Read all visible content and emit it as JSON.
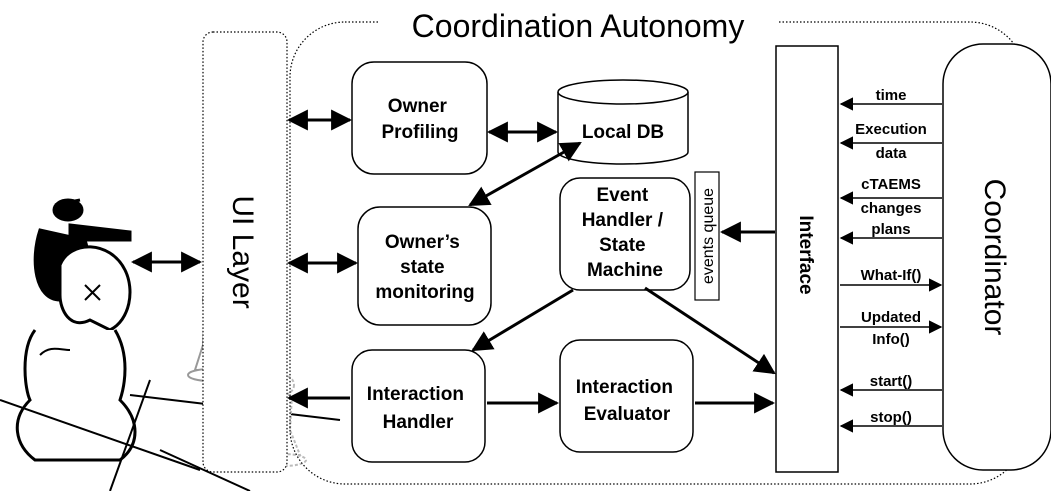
{
  "title": "Coordination Autonomy",
  "ui_layer": "UI Layer",
  "interface": "Interface",
  "coordinator": "Coordinator",
  "boxes": {
    "owner_profiling": [
      "Owner",
      "Profiling"
    ],
    "local_db": "Local DB",
    "owners_state": [
      "Owner’s",
      "state",
      "monitoring"
    ],
    "event_handler": [
      "Event",
      "Handler /",
      "State",
      "Machine"
    ],
    "interaction_handler": [
      "Interaction",
      "Handler"
    ],
    "interaction_evaluator": [
      "Interaction",
      "Evaluator"
    ]
  },
  "events_queue": "events queue",
  "messages": {
    "time": "time",
    "execution_1": "Execution",
    "execution_2": "data",
    "ctaems_1": "cTAEMS",
    "ctaems_2": "changes",
    "plans": "plans",
    "whatif": "What-If()",
    "updated_1": "Updated",
    "updated_2": "Info()",
    "start": "start()",
    "stop": "stop()"
  }
}
